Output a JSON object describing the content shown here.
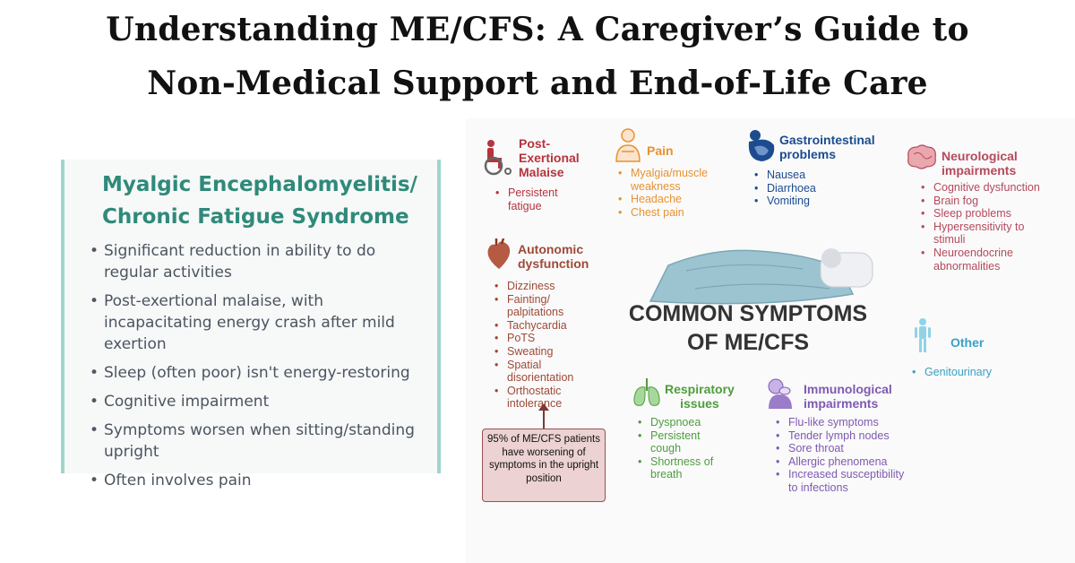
{
  "title_line1": "Understanding ME/CFS: A Caregiver’s Guide to",
  "title_line2": "Non-Medical Support and End-of-Life Care",
  "card": {
    "heading_line1": "Myalgic Encephalomyelitis/",
    "heading_line2": "Chronic Fatigue Syndrome",
    "items": [
      "Significant reduction in ability to do regular activities",
      "Post-exertional malaise, with incapacitating energy crash after mild exertion",
      "Sleep (often poor) isn't energy-restoring",
      "Cognitive impairment",
      "Symptoms worsen when sitting/standing upright",
      "Often involves pain"
    ]
  },
  "infographic": {
    "main_title_line1": "COMMON SYMPTOMS",
    "main_title_line2": "OF ME/CFS",
    "sections": {
      "pem": {
        "title_lines": [
          "Post-",
          "Exertional",
          "Malaise"
        ],
        "items": [
          "Persistent fatigue"
        ],
        "icon": "wheelchair-icon"
      },
      "pain": {
        "title": "Pain",
        "items": [
          "Myalgia/muscle weakness",
          "Headache",
          "Chest pain"
        ],
        "icon": "person-pain-icon"
      },
      "gi": {
        "title_lines": [
          "Gastrointestinal",
          "problems"
        ],
        "items": [
          "Nausea",
          "Diarrhoea",
          "Vomiting"
        ],
        "icon": "stomach-icon"
      },
      "neuro": {
        "title_lines": [
          "Neurological",
          "impairments"
        ],
        "items": [
          "Cognitive dysfunction",
          "Brain fog",
          "Sleep problems",
          "Hypersensitivity to stimuli",
          "Neuroendocrine abnormalities"
        ],
        "icon": "brain-icon"
      },
      "auto": {
        "title_lines": [
          "Autonomic",
          "dysfunction"
        ],
        "items": [
          "Dizziness",
          "Fainting/ palpitations",
          "Tachycardia",
          "PoTS",
          "Sweating",
          "Spatial disorientation",
          "Orthostatic intolerance"
        ],
        "icon": "heart-icon"
      },
      "other": {
        "title": "Other",
        "items": [
          "Genitourinary"
        ],
        "icon": "human-figure-icon"
      },
      "resp": {
        "title_lines": [
          "Respiratory",
          "issues"
        ],
        "items": [
          "Dyspnoea",
          "Persistent cough",
          "Shortness of breath"
        ],
        "icon": "lungs-icon"
      },
      "immune": {
        "title_lines": [
          "Immunological",
          "impairments"
        ],
        "items": [
          "Flu-like symptoms",
          "Tender lymph nodes",
          "Sore throat",
          "Allergic phenomena",
          "Increased susceptibility to infections"
        ],
        "icon": "sick-person-icon"
      }
    },
    "note": "95% of ME/CFS patients have worsening of symptoms in the upright position"
  },
  "colors": {
    "card_heading": "#2f8a7a",
    "card_border": "#9ed5cd",
    "pem": "#b5343c",
    "pain": "#e8922f",
    "gi": "#1c4c8f",
    "neuro": "#b44a5a",
    "auto": "#9e4a36",
    "resp": "#4f9d3c",
    "immune": "#7e5ab0",
    "other": "#3aa0c4"
  }
}
